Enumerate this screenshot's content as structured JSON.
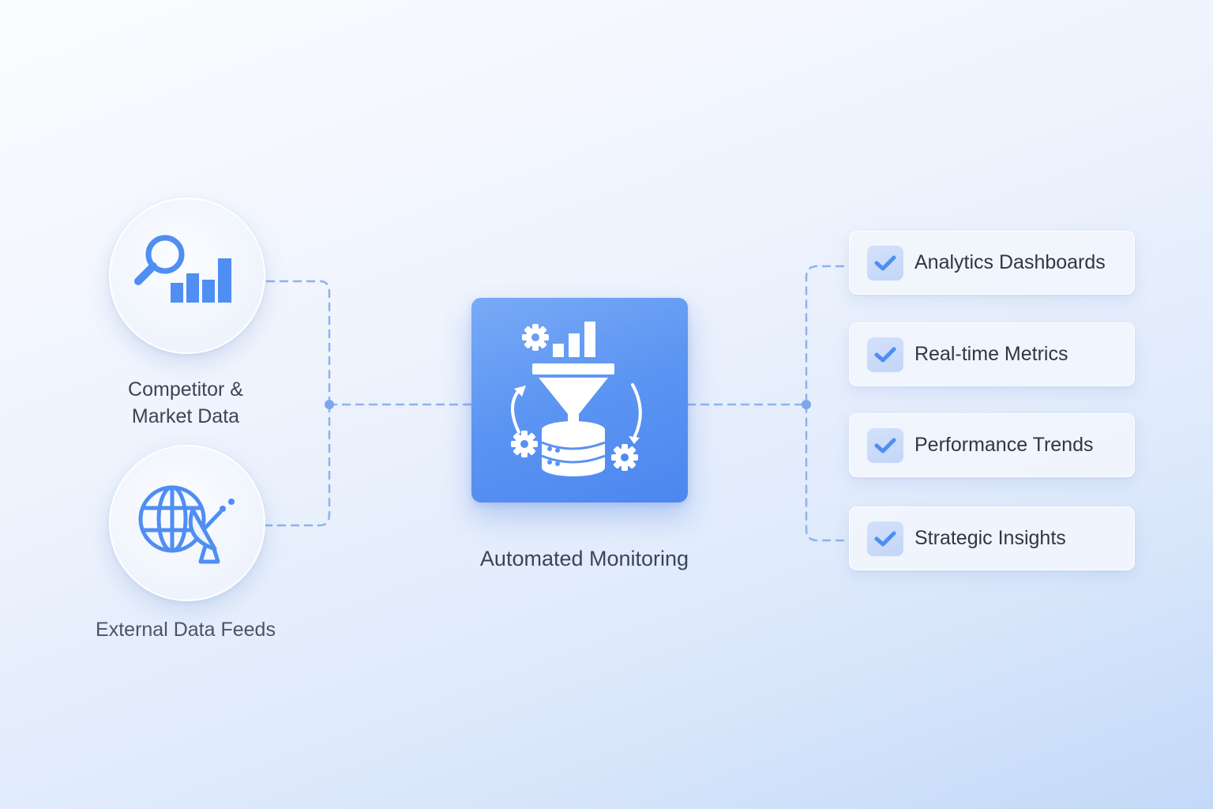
{
  "sources": [
    {
      "label": "Competitor &\nMarket Data",
      "icon": "magnifier-bar-chart-icon"
    },
    {
      "label": "External Data Feeds",
      "icon": "globe-satellite-dish-icon"
    }
  ],
  "hub": {
    "label": "Automated Monitoring",
    "icon": "funnel-database-gears-icon"
  },
  "outputs": [
    {
      "label": "Analytics Dashboards",
      "icon": "check-icon"
    },
    {
      "label": "Real-time Metrics",
      "icon": "check-icon"
    },
    {
      "label": "Performance Trends",
      "icon": "check-icon"
    },
    {
      "label": "Strategic Insights",
      "icon": "check-icon"
    }
  ],
  "colors": {
    "accent": "#5b94f2",
    "connector": "#8db2ee",
    "icon": "#4f8ef2"
  }
}
